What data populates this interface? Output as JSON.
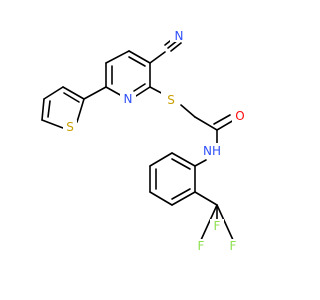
{
  "molecule": {
    "atoms": {
      "N_nitrile": "N",
      "C_nitrile": "C",
      "S_thio": "S",
      "O_carbonyl": "O",
      "N_pyridine": "N",
      "S_thiophene": "S",
      "NH_amide": "NH",
      "F_top": "F",
      "F_left": "F",
      "F_right": "F"
    },
    "colors": {
      "N": "#3050F8",
      "O": "#FF0D0D",
      "S": "#C8A000",
      "F": "#90E050",
      "C": "#000000",
      "bond": "#000000"
    }
  }
}
